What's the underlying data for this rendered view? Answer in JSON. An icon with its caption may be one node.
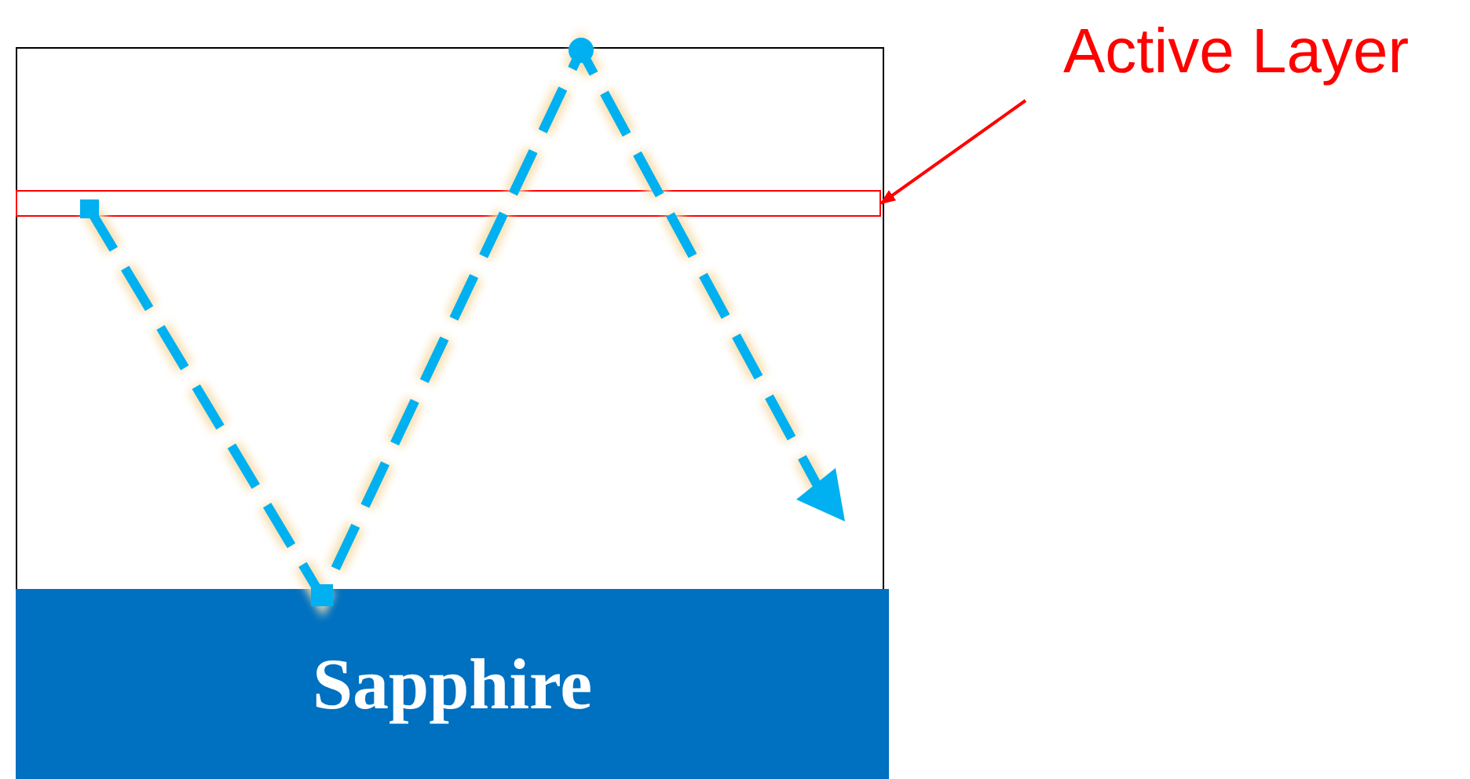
{
  "diagram": {
    "nodes": [
      {
        "text": [],
        "shape": "box"
      },
      {
        "text": [],
        "shape": "bar",
        "in": 0
      },
      {
        "text": [
          "Sapphire"
        ]
      },
      {
        "text": [
          "Active Layer"
        ]
      }
    ],
    "edges": [
      {
        "from": 3,
        "to": 1,
        "arrow": "to"
      }
    ]
  }
}
